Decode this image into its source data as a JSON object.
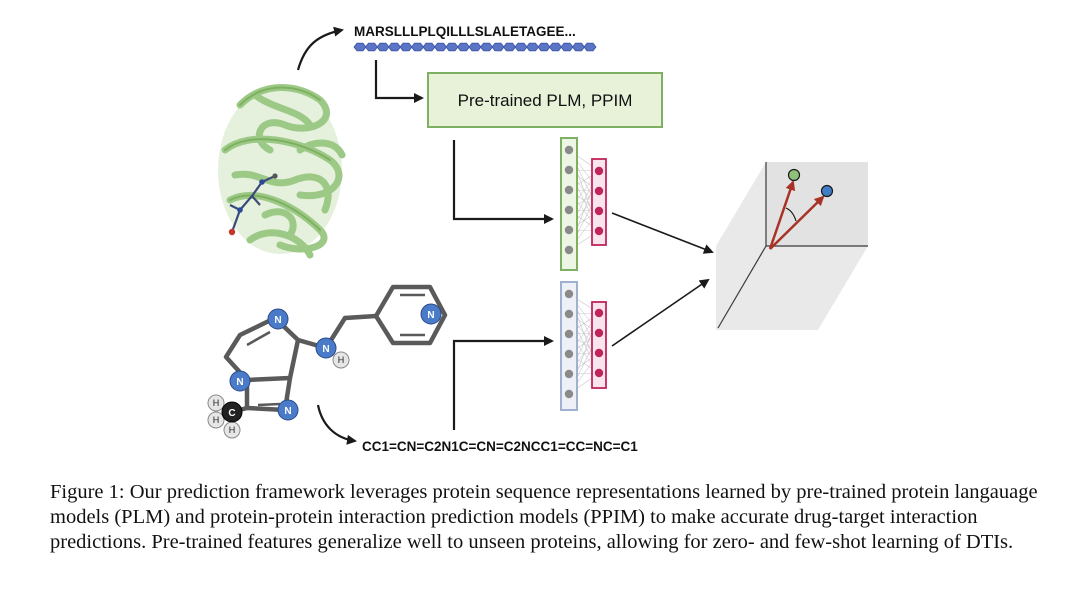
{
  "figure": {
    "protein_sequence": "MARSLLLPLQILLLSLALETAGEE...",
    "model_box_label": "Pre-trained PLM, PPIM",
    "smiles": "CC1=CN=C2N1C=CN=C2NCC1=CC=NC=C1",
    "atom_n": "N",
    "atom_h": "H",
    "atom_c": "C",
    "colors": {
      "protein_green": "#b6d7a0",
      "box_fill": "#e7f2d9",
      "box_stroke": "#7fb061",
      "node_grey": "#8a8a8a",
      "node_crimson": "#c0245c",
      "nitrogen_blue": "#4a7bc8",
      "vector_red": "#a93226",
      "point_green": "#8fc07a",
      "point_blue": "#3f7ec4",
      "panel_grey": "#e9e9e9"
    }
  },
  "caption": {
    "text": "Figure 1: Our prediction framework leverages protein sequence representations learned by pre-trained protein langauage models (PLM) and protein-protein interaction prediction models (PPIM) to make accurate drug-target interaction predictions. Pre-trained features generalize well to unseen proteins, allowing for zero- and few-shot learning of DTIs."
  }
}
